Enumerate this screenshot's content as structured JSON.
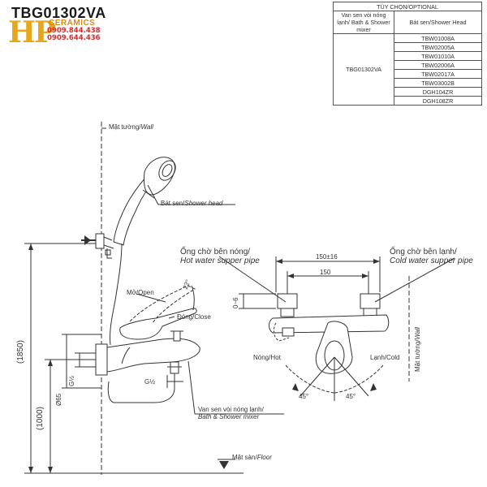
{
  "model_code": "TBG01302VA",
  "logo": {
    "mark": "HP",
    "brand": "CERAMICS",
    "phone_1": "0909.844.438",
    "phone_2": "0909.644.436"
  },
  "options_table": {
    "title": "TÙY CHỌN/OPTIONAL",
    "col_mixer": "Van sen vòi nóng lạnh/ Bath & Shower mixer",
    "col_head": "Bát sen/Shower Head",
    "model": "TBG01302VA",
    "items": [
      "TBW01008A",
      "TBW02005A",
      "TBW01010A",
      "TBW02006A",
      "TBW02017A",
      "TBW03002B",
      "DGH104ZR",
      "DGH108ZR"
    ]
  },
  "labels": {
    "wall_vi": "Mặt tường/",
    "wall_en": "Wall",
    "shower_head_vi": "Bát sen/",
    "shower_head_en": "Shower head",
    "open": "Mở/Open",
    "close": "Đóng/Close",
    "angle_22": "22°",
    "g_half_1": "G½",
    "g_half_2": "G½",
    "dia_65": "Ø65",
    "dim_1850": "(1850)",
    "dim_1000": "(1000)",
    "mixer_vi": "Van sen vòi nóng lạnh/",
    "mixer_en": "Bath & Shower mixer",
    "floor_vi": "Mặt sàn/",
    "floor_en": "Floor",
    "hot_pipe_vi": "Ống chờ bên nóng/",
    "hot_pipe_en": "Hot water supper pipe",
    "cold_pipe_vi": "Ống chờ bên lạnh/",
    "cold_pipe_en": "Cold water supper pipe",
    "dim_150_16": "150±16",
    "dim_150": "150",
    "dim_0_6": "0~6",
    "hot": "Nóng/Hot",
    "cold": "Lạnh/Cold",
    "angle_45a": "45°",
    "angle_45b": "45°",
    "wall2_vi": "Mặt tường/",
    "wall2_en": "Wall"
  }
}
